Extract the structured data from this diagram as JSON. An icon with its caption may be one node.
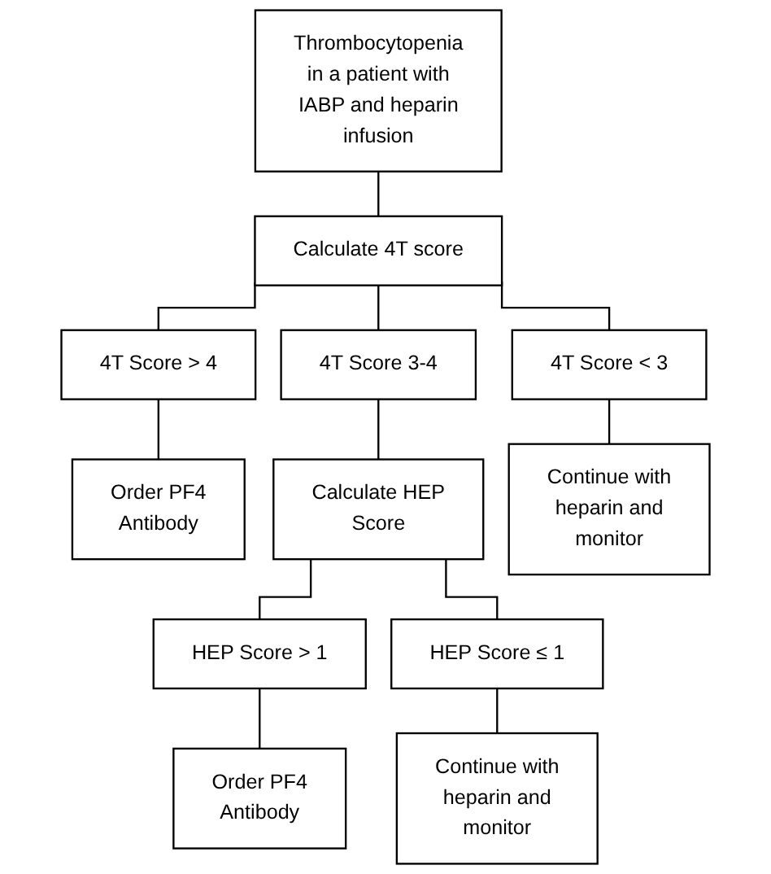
{
  "diagram": {
    "nodes": [
      {
        "text": [
          "Thrombocytopenia in a patient with IABP and heparin infusion"
        ]
      },
      {
        "text": [
          "Calculate 4T score"
        ]
      },
      {
        "text": [
          "4T Score > 4"
        ]
      },
      {
        "text": [
          "4T Score 3-4"
        ]
      },
      {
        "text": [
          "4T Score < 3"
        ]
      },
      {
        "text": [
          "Order PF4 Antibody"
        ]
      },
      {
        "text": [
          "Calculate HEP Score"
        ]
      },
      {
        "text": [
          "Continue with heparin and monitor"
        ]
      },
      {
        "text": [
          "HEP Score > 1"
        ]
      },
      {
        "text": [
          "HEP Score ≤ 1"
        ]
      },
      {
        "text": [
          "Order PF4 Antibody"
        ]
      },
      {
        "text": [
          "Continue with heparin and monitor"
        ]
      }
    ],
    "edges": [
      {
        "from": 0,
        "to": 1,
        "arrow": "none"
      },
      {
        "from": 1,
        "to": 2,
        "arrow": "none"
      },
      {
        "from": 1,
        "to": 3,
        "arrow": "none"
      },
      {
        "from": 1,
        "to": 4,
        "arrow": "none"
      },
      {
        "from": 2,
        "to": 5,
        "arrow": "none"
      },
      {
        "from": 3,
        "to": 6,
        "arrow": "none"
      },
      {
        "from": 4,
        "to": 7,
        "arrow": "none"
      },
      {
        "from": 6,
        "to": 8,
        "arrow": "none"
      },
      {
        "from": 6,
        "to": 9,
        "arrow": "none"
      },
      {
        "from": 8,
        "to": 10,
        "arrow": "none"
      },
      {
        "from": 9,
        "to": 11,
        "arrow": "none"
      }
    ]
  }
}
